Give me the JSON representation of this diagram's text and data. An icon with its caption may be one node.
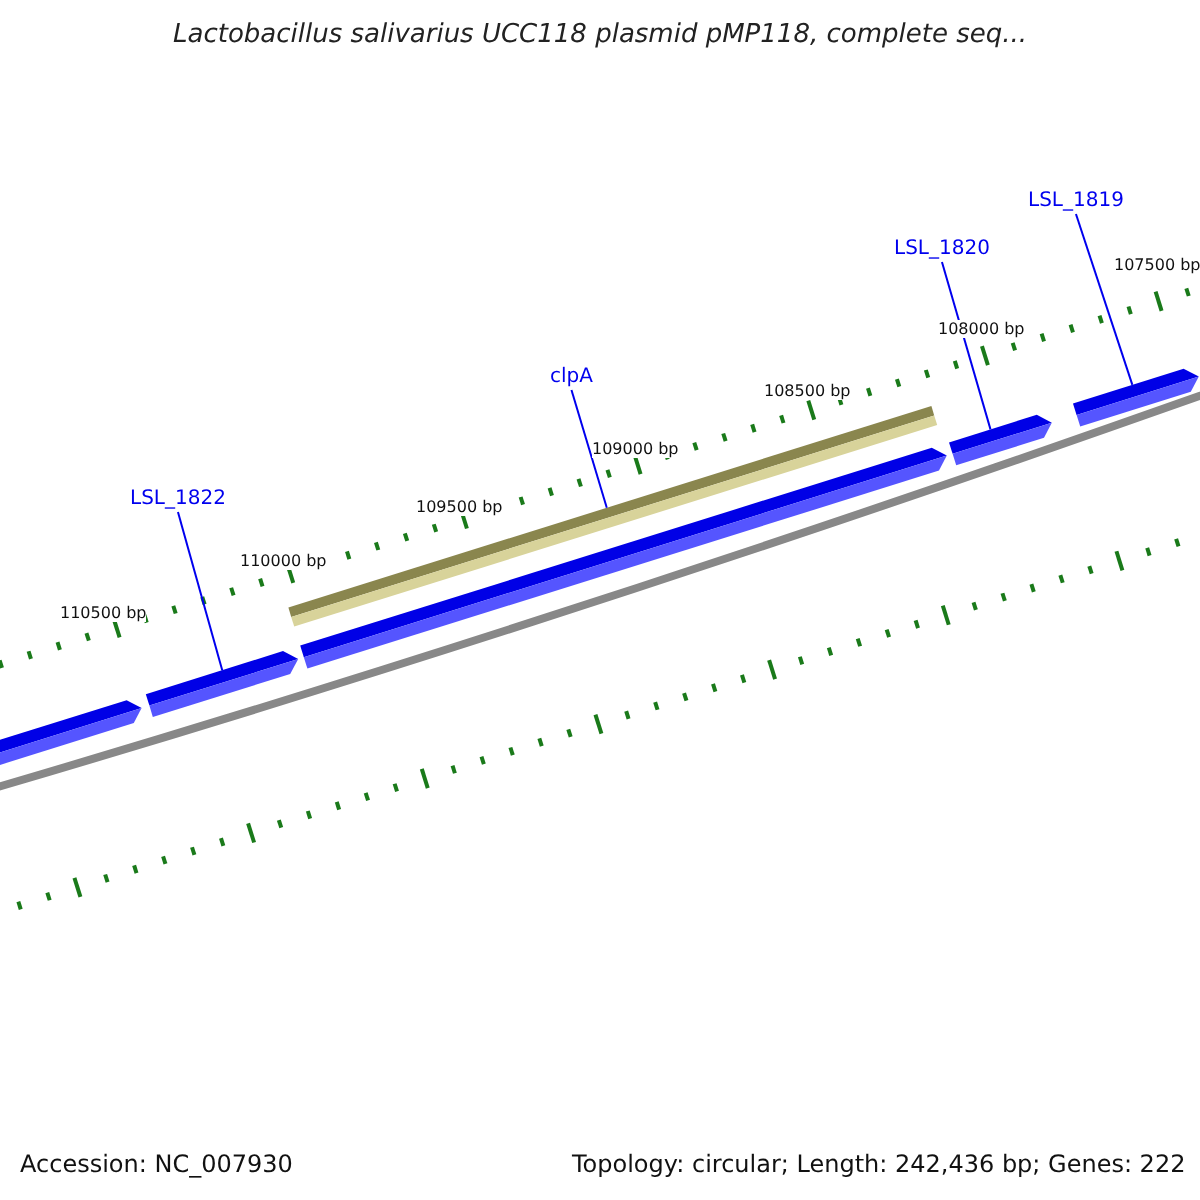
{
  "diagram": {
    "title": "Lactobacillus salivarius UCC118 plasmid pMP118, complete seq...",
    "nodes": [
      {
        "text": [
          "LSL_1819"
        ]
      },
      {
        "text": [
          "LSL_1820"
        ]
      },
      {
        "text": [
          "clpA"
        ]
      },
      {
        "text": [
          "LSL_1822"
        ]
      },
      {
        "text": [],
        "shape": "bar"
      },
      {
        "text": [],
        "shape": "bar"
      },
      {
        "text": [],
        "shape": "bar"
      },
      {
        "text": [],
        "shape": "bar"
      }
    ],
    "edges": [
      {
        "from": 0,
        "to": 7,
        "arrow": "none"
      },
      {
        "from": 1,
        "to": 6,
        "arrow": "none"
      },
      {
        "from": 2,
        "to": 5,
        "arrow": "none"
      },
      {
        "from": 3,
        "to": 4,
        "arrow": "none"
      }
    ],
    "labels": [
      "107500 bp",
      "108000 bp",
      "108500 bp",
      "109000 bp",
      "109500 bp",
      "110000 bp",
      "110500 bp",
      "Accession: NC_007930",
      "Topology: circular; Length: 242,436 bp; Genes: 222"
    ]
  }
}
